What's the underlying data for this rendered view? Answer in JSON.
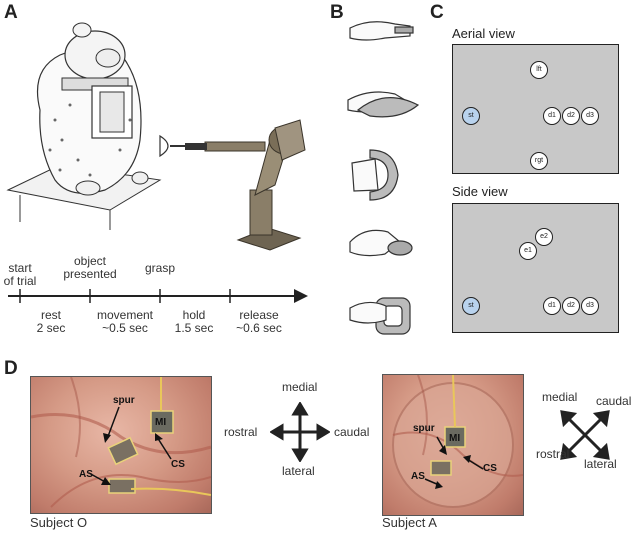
{
  "panels": {
    "a": "A",
    "b": "B",
    "c": "C",
    "d": "D"
  },
  "timeline": {
    "events": [
      "start\nof trial",
      "object\npresented",
      "grasp"
    ],
    "phases": [
      {
        "name": "rest",
        "duration": "2 sec"
      },
      {
        "name": "movement",
        "duration": "~0.5 sec"
      },
      {
        "name": "hold",
        "duration": "1.5 sec"
      },
      {
        "name": "release",
        "duration": "~0.6 sec"
      }
    ]
  },
  "views": {
    "aerial": {
      "title": "Aerial view",
      "targets": [
        "lft",
        "st",
        "d1",
        "d2",
        "d3",
        "rgt"
      ]
    },
    "side": {
      "title": "Side view",
      "targets": [
        "e2",
        "e1",
        "st",
        "d1",
        "d2",
        "d3"
      ]
    }
  },
  "subjects": {
    "o": {
      "label": "Subject O",
      "annotations": [
        "spur",
        "MI",
        "CS",
        "AS"
      ],
      "compass": {
        "top": "medial",
        "bottom": "lateral",
        "left": "rostral",
        "right": "caudal"
      }
    },
    "a": {
      "label": "Subject A",
      "annotations": [
        "spur",
        "MI",
        "CS",
        "AS"
      ],
      "compass": {
        "top": "medial",
        "top_right": "caudal",
        "bottom_left": "rostral",
        "bottom_right": "lateral"
      }
    }
  },
  "colors": {
    "view_bg": "#c8c8c8",
    "start_target": "#b9d3ee",
    "robot": "#8a7e68",
    "tissue": "#d59a86"
  }
}
